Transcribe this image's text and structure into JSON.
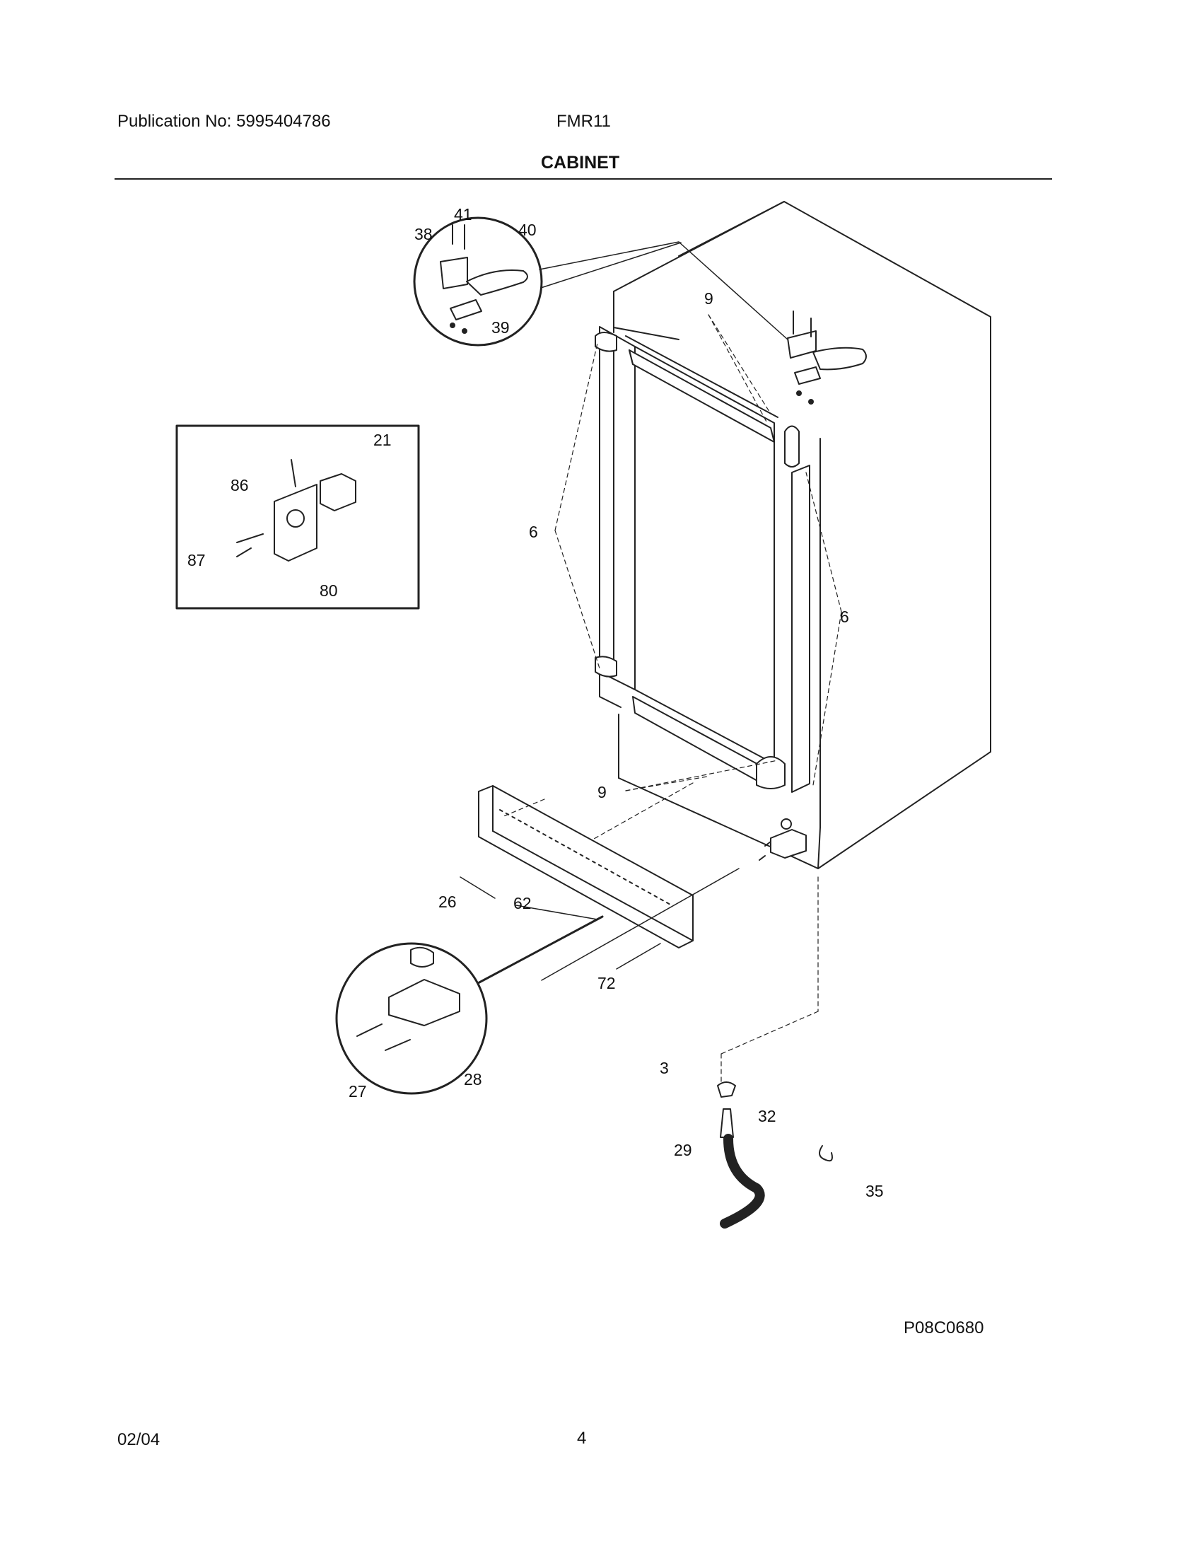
{
  "header": {
    "publication": "Publication No: 5995404786",
    "model": "FMR11",
    "section_title": "CABINET"
  },
  "callouts": [
    "41",
    "38",
    "40",
    "39",
    "9",
    "21",
    "86",
    "87",
    "80",
    "6",
    "6",
    "9",
    "62",
    "26",
    "72",
    "3",
    "32",
    "29",
    "27",
    "28",
    "35"
  ],
  "figure_code": "P08C0680",
  "footer": {
    "date": "02/04",
    "page_number": "4"
  }
}
